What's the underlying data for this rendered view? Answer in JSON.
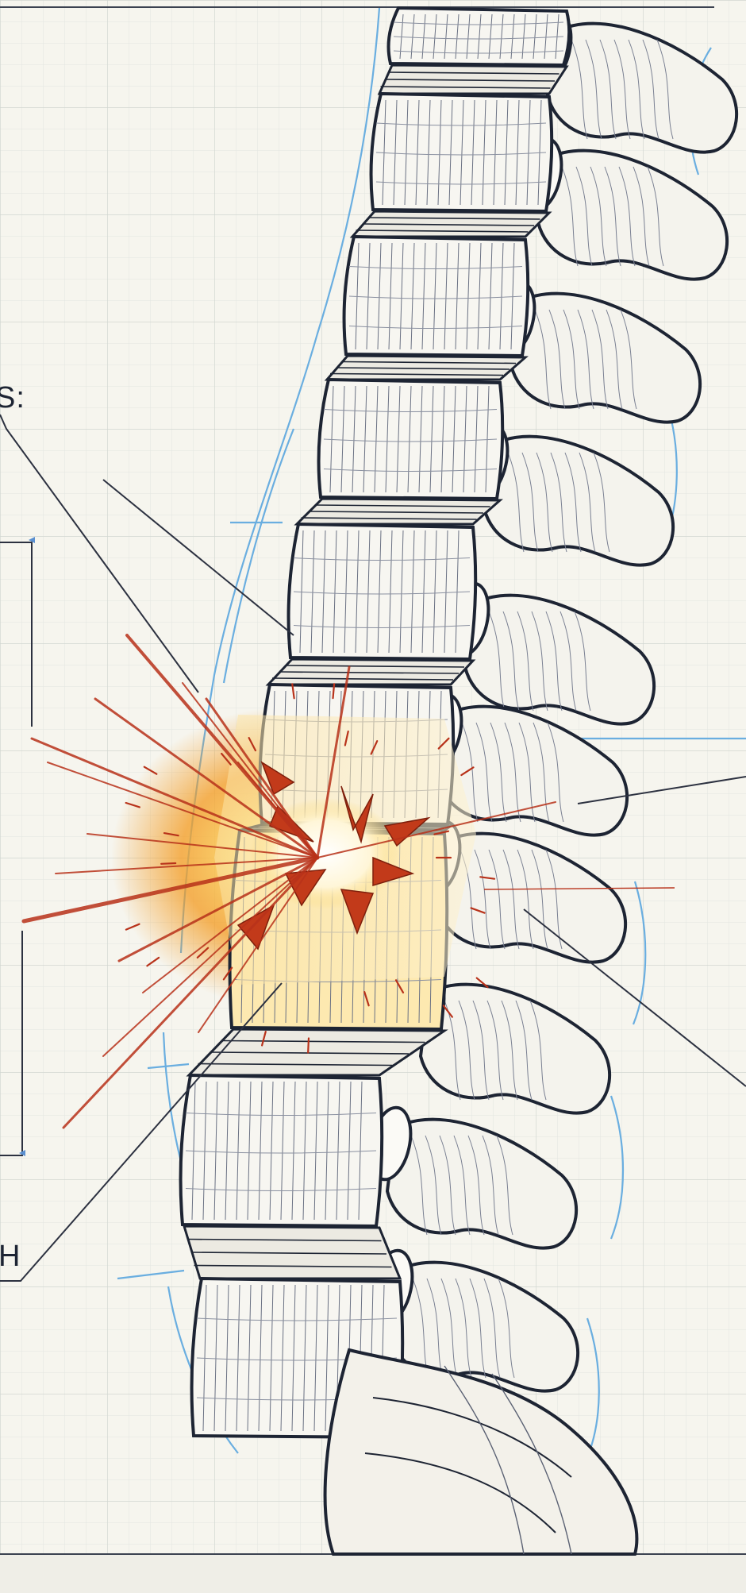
{
  "labels": {
    "top_fragment": "S:",
    "bottom_fragment": "H"
  },
  "colors": {
    "paper": "#f6f5ee",
    "grid": "#d9ddd8",
    "ink": "#1d2433",
    "blueprint_blue": "#6aaee0",
    "fracture_red": "#c23a1a",
    "fracture_orange": "#f39a1f",
    "glow_yellow": "#fbd56a"
  },
  "diagram": {
    "subject": "lateral-lumbar-spine",
    "highlight": "fractured-vertebra",
    "style": "blueprint-sketch"
  }
}
